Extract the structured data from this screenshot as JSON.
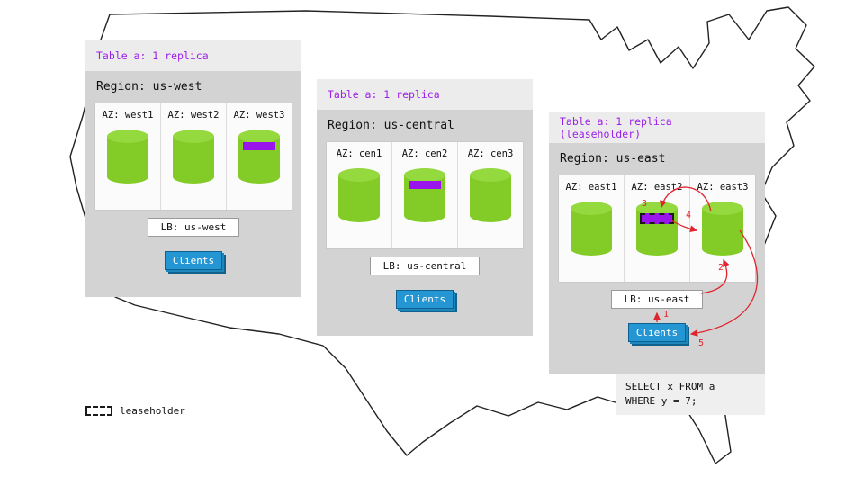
{
  "regions": [
    {
      "header": "Table a: 1 replica",
      "title": "Region: us-west",
      "azs": [
        {
          "label": "AZ: west1"
        },
        {
          "label": "AZ: west2"
        },
        {
          "label": "AZ: west3"
        }
      ],
      "replica_az": "west3",
      "lb_label": "LB: us-west",
      "clients_label": "Clients"
    },
    {
      "header": "Table a: 1 replica",
      "title": "Region: us-central",
      "azs": [
        {
          "label": "AZ: cen1"
        },
        {
          "label": "AZ: cen2"
        },
        {
          "label": "AZ: cen3"
        }
      ],
      "replica_az": "cen2",
      "lb_label": "LB: us-central",
      "clients_label": "Clients"
    },
    {
      "header": "Table a: 1 replica (leaseholder)",
      "title": "Region: us-east",
      "azs": [
        {
          "label": "AZ: east1"
        },
        {
          "label": "AZ: east2"
        },
        {
          "label": "AZ: east3"
        }
      ],
      "replica_az": "east2",
      "leaseholder_az": "east2",
      "lb_label": "LB: us-east",
      "clients_label": "Clients"
    }
  ],
  "query": {
    "line1": "SELECT x FROM a",
    "line2": "WHERE y = 7;"
  },
  "arrow_labels": {
    "a1": "1",
    "a2": "2",
    "a3": "3",
    "a4": "4",
    "a5": "5"
  },
  "legend": {
    "label": "leaseholder"
  },
  "colors": {
    "replica_green": "#83cc27",
    "replica_band_purple": "#9a15ec",
    "header_text_purple": "#9b1fe8",
    "clients_blue": "#2596d4",
    "arrow_red": "#e0242e",
    "panel_header_gray": "#ececec",
    "panel_body_gray": "#d3d3d3"
  }
}
